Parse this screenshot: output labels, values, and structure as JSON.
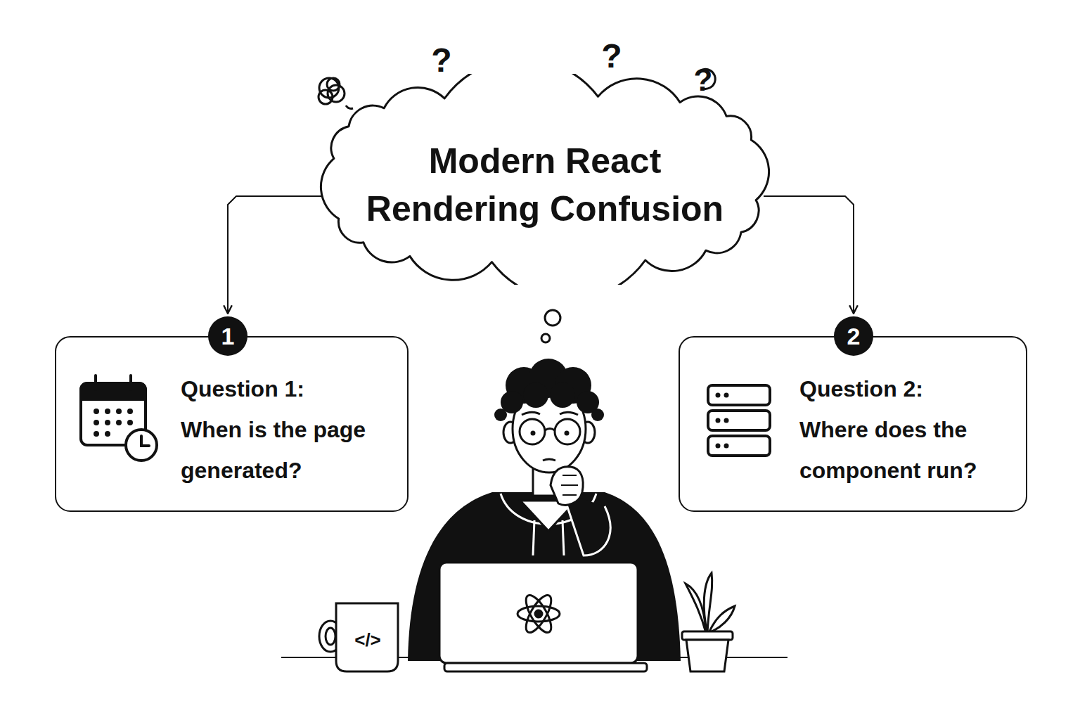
{
  "diagram": {
    "nodes": [
      {
        "text": [
          "Modern React Rendering Confusion"
        ]
      },
      {
        "text": [
          "Question 1:",
          "When is the page generated?"
        ]
      },
      {
        "text": [
          "1"
        ],
        "in": 1
      },
      {
        "text": [
          "Question 2:",
          "Where does the component run?"
        ]
      },
      {
        "text": [
          "2"
        ],
        "in": 3
      }
    ],
    "edges": [
      {
        "from": 0,
        "to": 2,
        "arrow": "to"
      },
      {
        "from": 0,
        "to": 4,
        "arrow": "to"
      }
    ],
    "labels": [
      "?",
      "?",
      "?",
      "</>"
    ]
  }
}
